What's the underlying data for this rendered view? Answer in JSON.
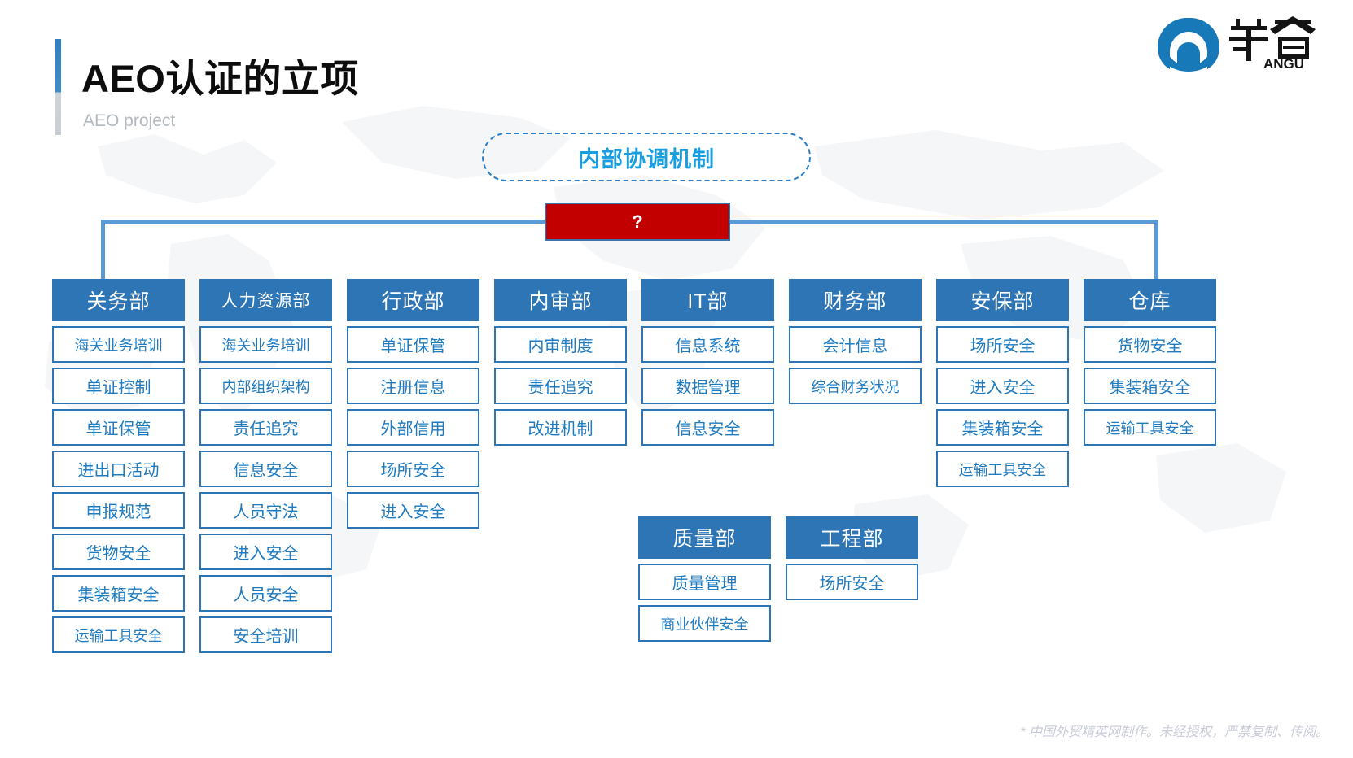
{
  "header": {
    "title": "AEO认证的立项",
    "subtitle": "AEO project",
    "logo_text": "岸谷",
    "logo_sub": "ANGU",
    "logo_icon": "mountain-arch-icon"
  },
  "diagram": {
    "top_node": "内部协调机制",
    "center_node": "?",
    "columns": [
      {
        "dept": "关务部",
        "items": [
          "海关业务培训",
          "单证控制",
          "单证保管",
          "进出口活动",
          "申报规范",
          "货物安全",
          "集装箱安全",
          "运输工具安全"
        ]
      },
      {
        "dept": "人力资源部",
        "items": [
          "海关业务培训",
          "内部组织架构",
          "责任追究",
          "信息安全",
          "人员守法",
          "进入安全",
          "人员安全",
          "安全培训"
        ]
      },
      {
        "dept": "行政部",
        "items": [
          "单证保管",
          "注册信息",
          "外部信用",
          "场所安全",
          "进入安全"
        ]
      },
      {
        "dept": "内审部",
        "items": [
          "内审制度",
          "责任追究",
          "改进机制"
        ]
      },
      {
        "dept": "IT部",
        "items": [
          "信息系统",
          "数据管理",
          "信息安全"
        ]
      },
      {
        "dept": "财务部",
        "items": [
          "会计信息",
          "综合财务状况"
        ]
      },
      {
        "dept": "安保部",
        "items": [
          "场所安全",
          "进入安全",
          "集装箱安全",
          "运输工具安全"
        ]
      },
      {
        "dept": "仓库",
        "items": [
          "货物安全",
          "集装箱安全",
          "运输工具安全"
        ]
      }
    ],
    "lower_columns": [
      {
        "dept": "质量部",
        "items": [
          "质量管理",
          "商业伙伴安全"
        ]
      },
      {
        "dept": "工程部",
        "items": [
          "场所安全"
        ]
      }
    ]
  },
  "footer": {
    "note": "* 中国外贸精英网制作。未经授权，严禁复制、传阅。"
  },
  "colors": {
    "dept_blue": "#2e75b6",
    "item_text": "#1f7bc0",
    "accent_cyan": "#1a9ee0",
    "red": "#c20000",
    "connector": "#5b9bd5",
    "logo_blue": "#1779b8"
  }
}
